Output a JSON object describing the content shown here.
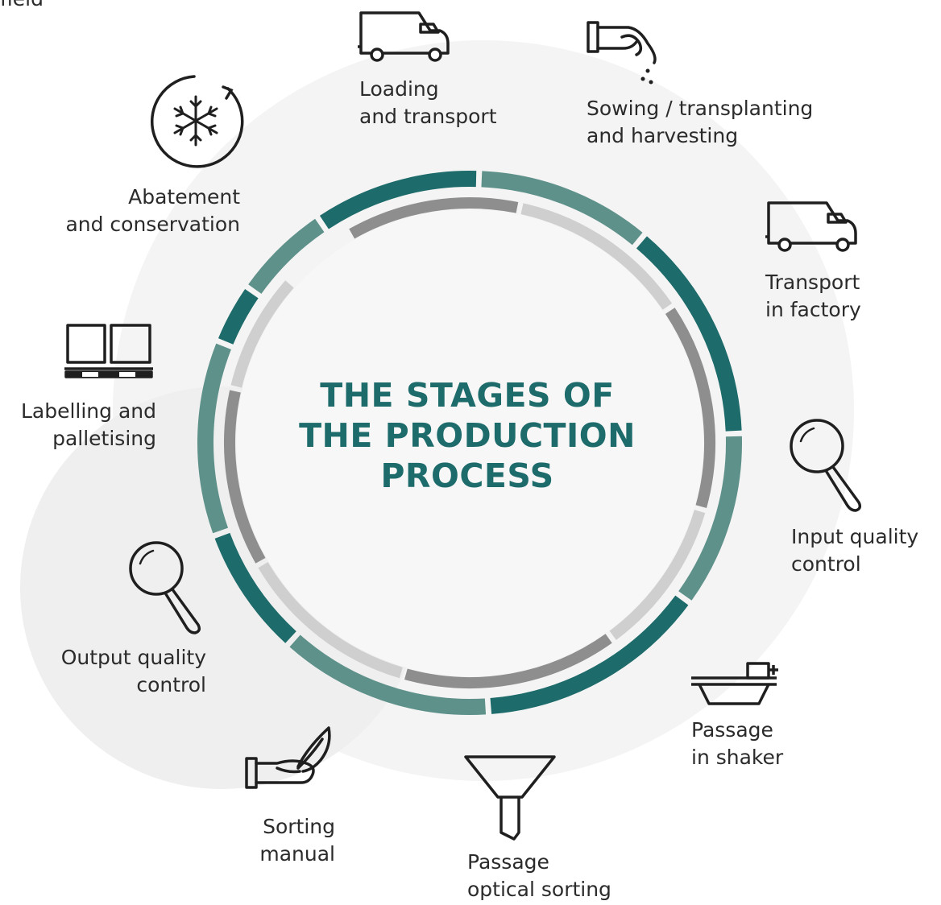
{
  "title": {
    "lines": [
      "THE STAGES OF",
      "THE PRODUCTION",
      "PROCESS"
    ],
    "color": "#1d6b6a"
  },
  "colors": {
    "teal_dark": "#1d6b6a",
    "teal_light": "#5f918b",
    "gray_dark": "#8e8e8e",
    "gray_light": "#cfcfcf",
    "background_blob": "#f3f3f3",
    "text": "#2b2b2b"
  },
  "top_cut_label": "field",
  "stages": [
    {
      "icon": "van-icon",
      "lines": [
        "Loading",
        "and transport"
      ]
    },
    {
      "icon": "hand-sowing-icon",
      "lines": [
        "Sowing / transplanting",
        "and harvesting"
      ]
    },
    {
      "icon": "van-icon",
      "lines": [
        "Transport",
        "in factory"
      ]
    },
    {
      "icon": "magnifier-icon",
      "lines": [
        "Input quality",
        "control"
      ]
    },
    {
      "icon": "shaker-icon",
      "lines": [
        "Passage",
        "in shaker"
      ]
    },
    {
      "icon": "funnel-icon",
      "lines": [
        "Passage",
        "optical sorting"
      ]
    },
    {
      "icon": "hand-leaf-icon",
      "lines": [
        "Sorting",
        "manual"
      ]
    },
    {
      "icon": "magnifier-icon",
      "lines": [
        "Output quality",
        "control"
      ]
    },
    {
      "icon": "pallet-boxes-icon",
      "lines": [
        "Labelling and",
        "palletising"
      ]
    },
    {
      "icon": "snowflake-cycle-icon",
      "lines": [
        "Abatement",
        "and conservation"
      ]
    }
  ]
}
